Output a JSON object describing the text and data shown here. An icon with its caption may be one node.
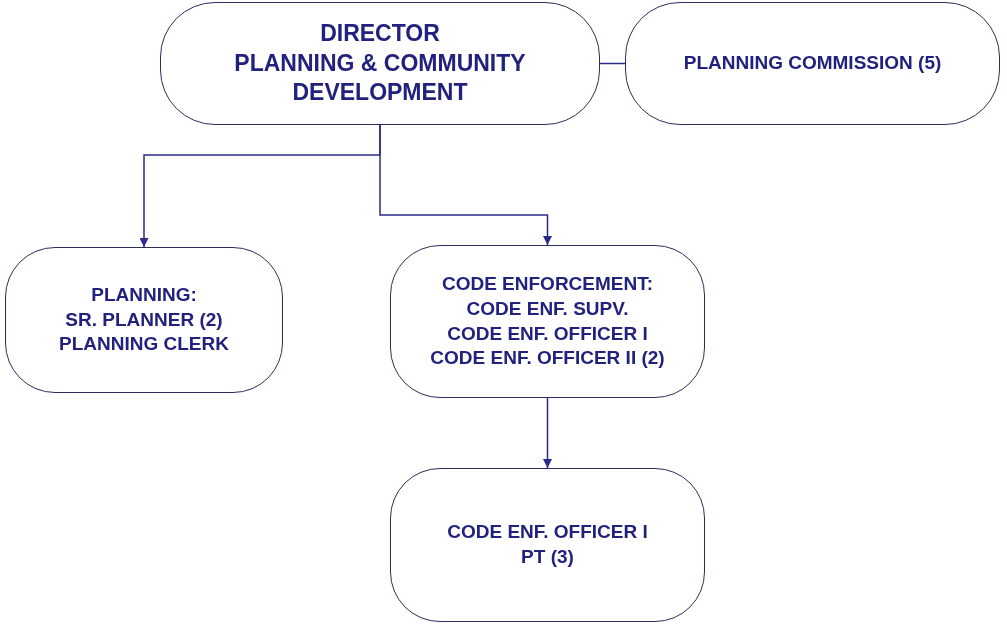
{
  "diagram": {
    "nodes": [
      {
        "text": [
          "DIRECTOR",
          "PLANNING & COMMUNITY DEVELOPMENT"
        ]
      },
      {
        "text": [
          "PLANNING COMMISSION (5)"
        ]
      },
      {
        "text": [
          "PLANNING:",
          "SR. PLANNER (2)",
          "PLANNING CLERK"
        ]
      },
      {
        "text": [
          "CODE ENFORCEMENT:",
          "CODE ENF. SUPV.",
          "CODE ENF. OFFICER I",
          "CODE ENF. OFFICER II (2)"
        ]
      },
      {
        "text": [
          "CODE ENF. OFFICER I",
          "PT (3)"
        ]
      }
    ],
    "edges": [
      {
        "from": 0,
        "to": 1,
        "arrow": "none"
      },
      {
        "from": 0,
        "to": 2,
        "arrow": "to"
      },
      {
        "from": 0,
        "to": 3,
        "arrow": "to"
      },
      {
        "from": 3,
        "to": 4,
        "arrow": "to"
      }
    ]
  }
}
